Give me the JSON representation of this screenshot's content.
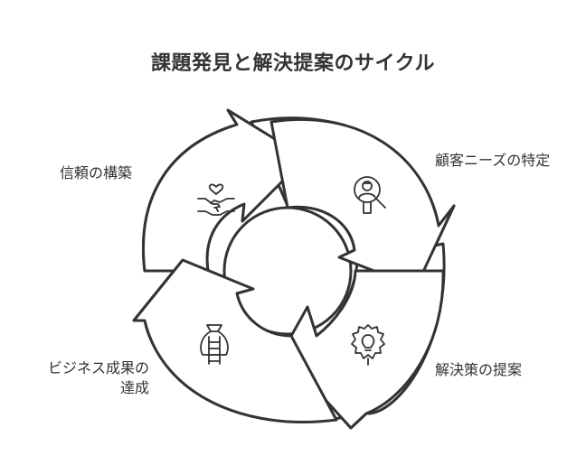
{
  "title": "課題発見と解決提案のサイクル",
  "steps": [
    {
      "label": "顧客ニーズの特定",
      "icon": "person-magnifier-icon"
    },
    {
      "label": "解決策の提案",
      "icon": "lightbulb-gear-icon"
    },
    {
      "label_line1": "ビジネス成果の",
      "label_line2": "達成",
      "icon": "money-bag-ladder-icon"
    },
    {
      "label": "信頼の構築",
      "icon": "heart-handshake-icon"
    }
  ],
  "colors": {
    "stroke": "#333333",
    "fill": "#ffffff",
    "text": "#333333"
  }
}
